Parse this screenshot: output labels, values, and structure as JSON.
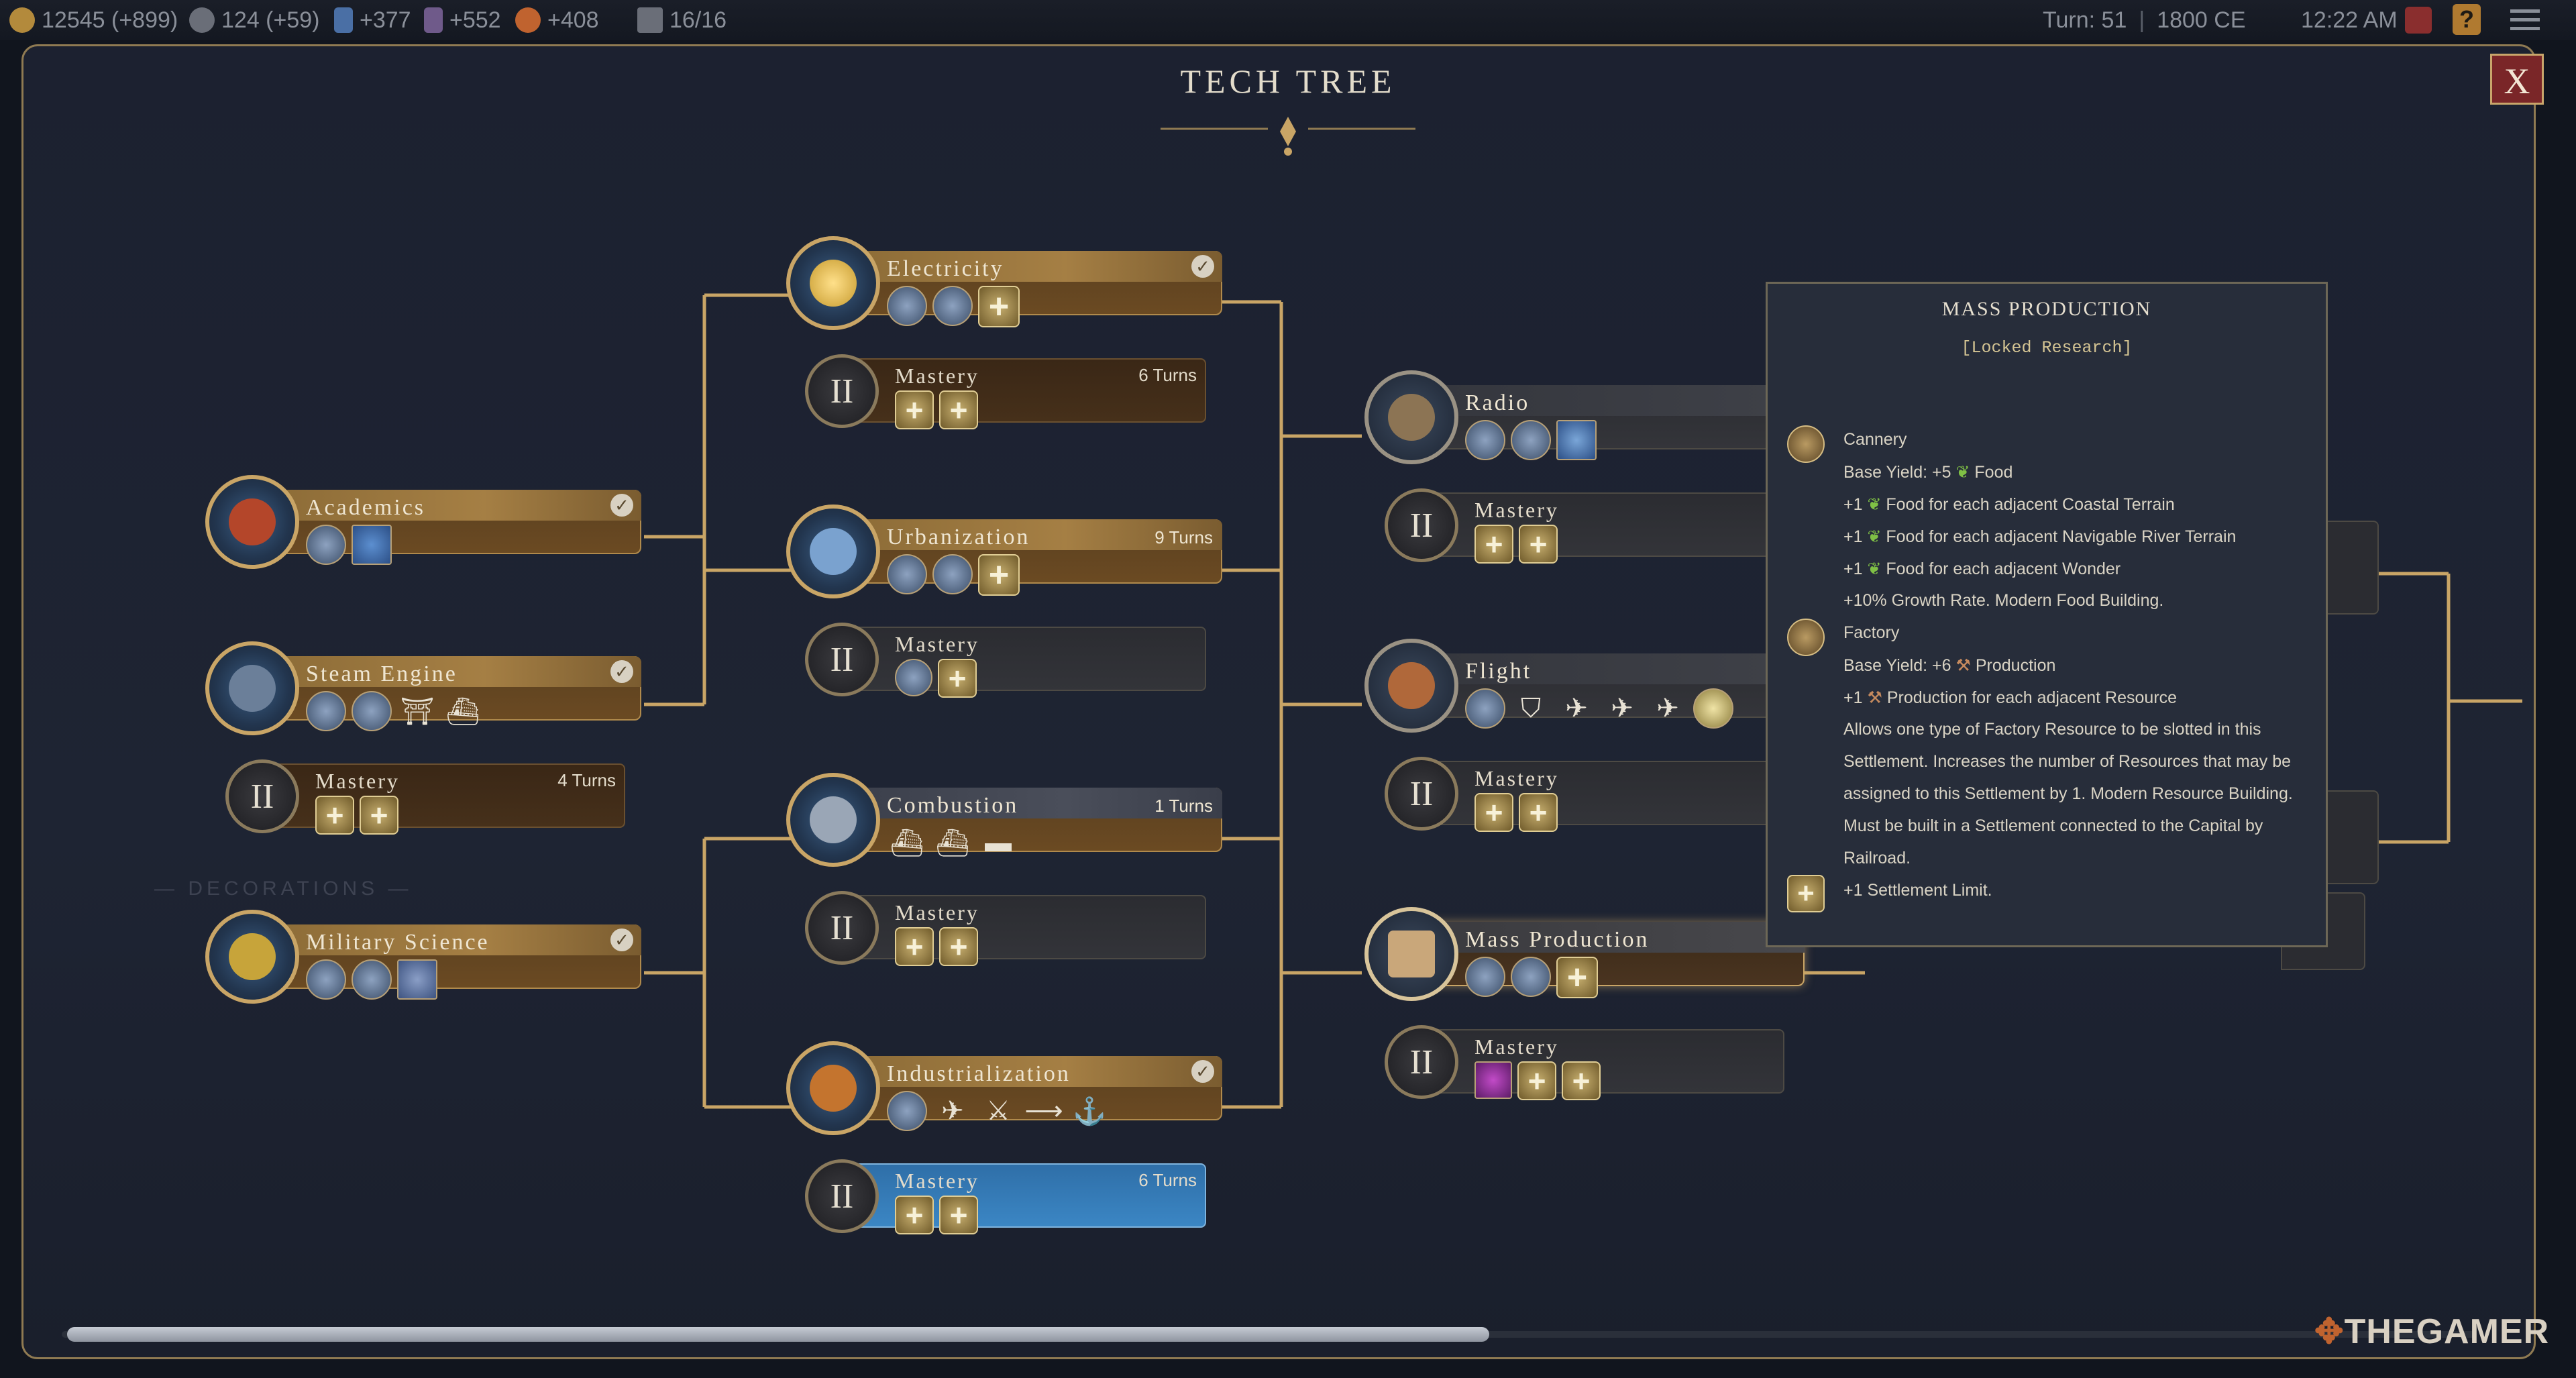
{
  "topbar": {
    "gold": "12545 (+899)",
    "influence": "124 (+59)",
    "science": "+377",
    "culture": "+552",
    "food": "+408",
    "settlements": "16/16",
    "turn": "Turn: 51",
    "year": "1800 CE",
    "clock": "12:22 AM",
    "help": "?"
  },
  "panel": {
    "title": "TECH TREE",
    "close": "X"
  },
  "techs": {
    "academics": {
      "name": "Academics",
      "status": "✓"
    },
    "steam_engine": {
      "name": "Steam Engine",
      "status": "✓"
    },
    "steam_mastery": {
      "name": "Mastery",
      "turns": "4 Turns"
    },
    "military_science": {
      "name": "Military Science",
      "status": "✓"
    },
    "electricity": {
      "name": "Electricity",
      "status": "✓"
    },
    "electricity_mastery": {
      "name": "Mastery",
      "turns": "6 Turns"
    },
    "urbanization": {
      "name": "Urbanization",
      "turns": "9 Turns"
    },
    "urbanization_mastery": {
      "name": "Mastery"
    },
    "combustion": {
      "name": "Combustion",
      "turns": "1 Turns"
    },
    "combustion_mastery": {
      "name": "Mastery"
    },
    "industrialization": {
      "name": "Industrialization",
      "status": "✓"
    },
    "industrialization_mastery": {
      "name": "Mastery",
      "turns": "6 Turns"
    },
    "radio": {
      "name": "Radio"
    },
    "radio_mastery": {
      "name": "Mastery"
    },
    "flight": {
      "name": "Flight"
    },
    "flight_mastery": {
      "name": "Mastery"
    },
    "mass_production": {
      "name": "Mass Production"
    },
    "mass_production_mastery": {
      "name": "Mastery"
    },
    "mastery_numeral": "II",
    "plus_glyph": "+"
  },
  "tooltip": {
    "title": "MASS PRODUCTION",
    "subtitle": "[Locked Research]",
    "cannery": "Cannery",
    "cannery_base_a": "Base Yield: +5",
    "cannery_base_b": "Food",
    "cannery_line1_a": "+1",
    "cannery_line1_b": "Food for each adjacent Coastal Terrain",
    "cannery_line2_a": "+1",
    "cannery_line2_b": "Food for each adjacent Navigable River Terrain",
    "cannery_line3_a": "+1",
    "cannery_line3_b": "Food for each adjacent Wonder",
    "cannery_line4": "+10% Growth Rate. Modern Food Building.",
    "factory": "Factory",
    "factory_base_a": "Base Yield: +6",
    "factory_base_b": "Production",
    "factory_line1_a": "+1",
    "factory_line1_b": "Production for each adjacent Resource",
    "factory_desc1": "Allows one type of Factory Resource to be slotted in this",
    "factory_desc2": "Settlement. Increases the number of Resources that may be",
    "factory_desc3": "assigned to this Settlement by 1. Modern Resource Building.",
    "factory_desc4": "Must be built in a Settlement connected to the Capital by",
    "factory_desc5": "Railroad.",
    "limit": "+1 Settlement Limit."
  },
  "brand": "THEGAMER",
  "colors": {
    "gold_trim": "#c9a566",
    "mastery_blue": "#3b86c4",
    "tooltip_bg": "#272d3a"
  }
}
